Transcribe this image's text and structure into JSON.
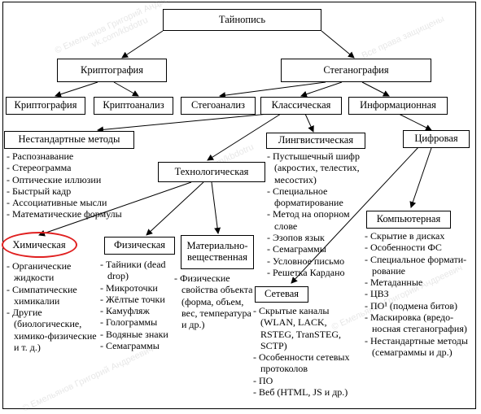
{
  "watermark": {
    "lines": [
      "© Емельянов Григорий Андреевич",
      "vk.com/kbdotru",
      "Все права защищены"
    ]
  },
  "nodes": {
    "root": "Тайнопись",
    "cryptography_top": "Криптография",
    "steganography_top": "Стеганография",
    "cryptography": "Криптография",
    "cryptanalysis": "Криптоанализ",
    "steganalysis": "Стегоанализ",
    "classical": "Классическая",
    "informational": "Информационная",
    "nonstandard": "Нестандартные методы",
    "linguistic": "Лингвистическая",
    "digital": "Цифровая",
    "technological": "Технологическая",
    "computer": "Компьютерная",
    "chemical": "Химическая",
    "physical": "Физическая",
    "material": "Материально-вещественная",
    "network": "Сетевая"
  },
  "lists": {
    "nonstandard": [
      "Распознавание",
      "Стереограмма",
      "Оптические иллюзии",
      "Быстрый кадр",
      "Ассоциативные мысли",
      "Математические формулы"
    ],
    "linguistic": [
      "Пустышечный шифр (акростих, телестих, месостих)",
      "Специальное формати­рование",
      "Метод на опорном слове",
      "Эзопов язык",
      "Семаграммы",
      "Условное письмо",
      "Решетка Кардано"
    ],
    "computer": [
      "Скрытие в дисках",
      "Особенности ФС",
      "Специальное формати­рование",
      "Метаданные",
      "ЦВЗ",
      "ПО¹ (подмена битов)",
      "Маскировка (вредо­носная стеганография)",
      "Нестандартные методы (семаграммы и др.)"
    ],
    "chemical": [
      "Органические жидкости",
      "Симпатические химикалии",
      "Другие (биологические, химико-физические и т. д.)"
    ],
    "physical": [
      "Тайники (dead drop)",
      "Микроточки",
      "Жёлтые точки",
      "Камуфляж",
      "Голограммы",
      "Водяные знаки",
      "Семаграммы"
    ],
    "material": [
      "Физические свойства объекта (форма, объем, вес, температура и др.)"
    ],
    "network": [
      "Скрытые каналы (WLAN, LACK, RSTEG, TranSTEG, SCTP)",
      "Особенности сетевых протоколов",
      "ПО",
      "Веб (HTML, JS и др.)"
    ]
  },
  "colors": {
    "highlight": "#e02020",
    "line": "#000000"
  }
}
